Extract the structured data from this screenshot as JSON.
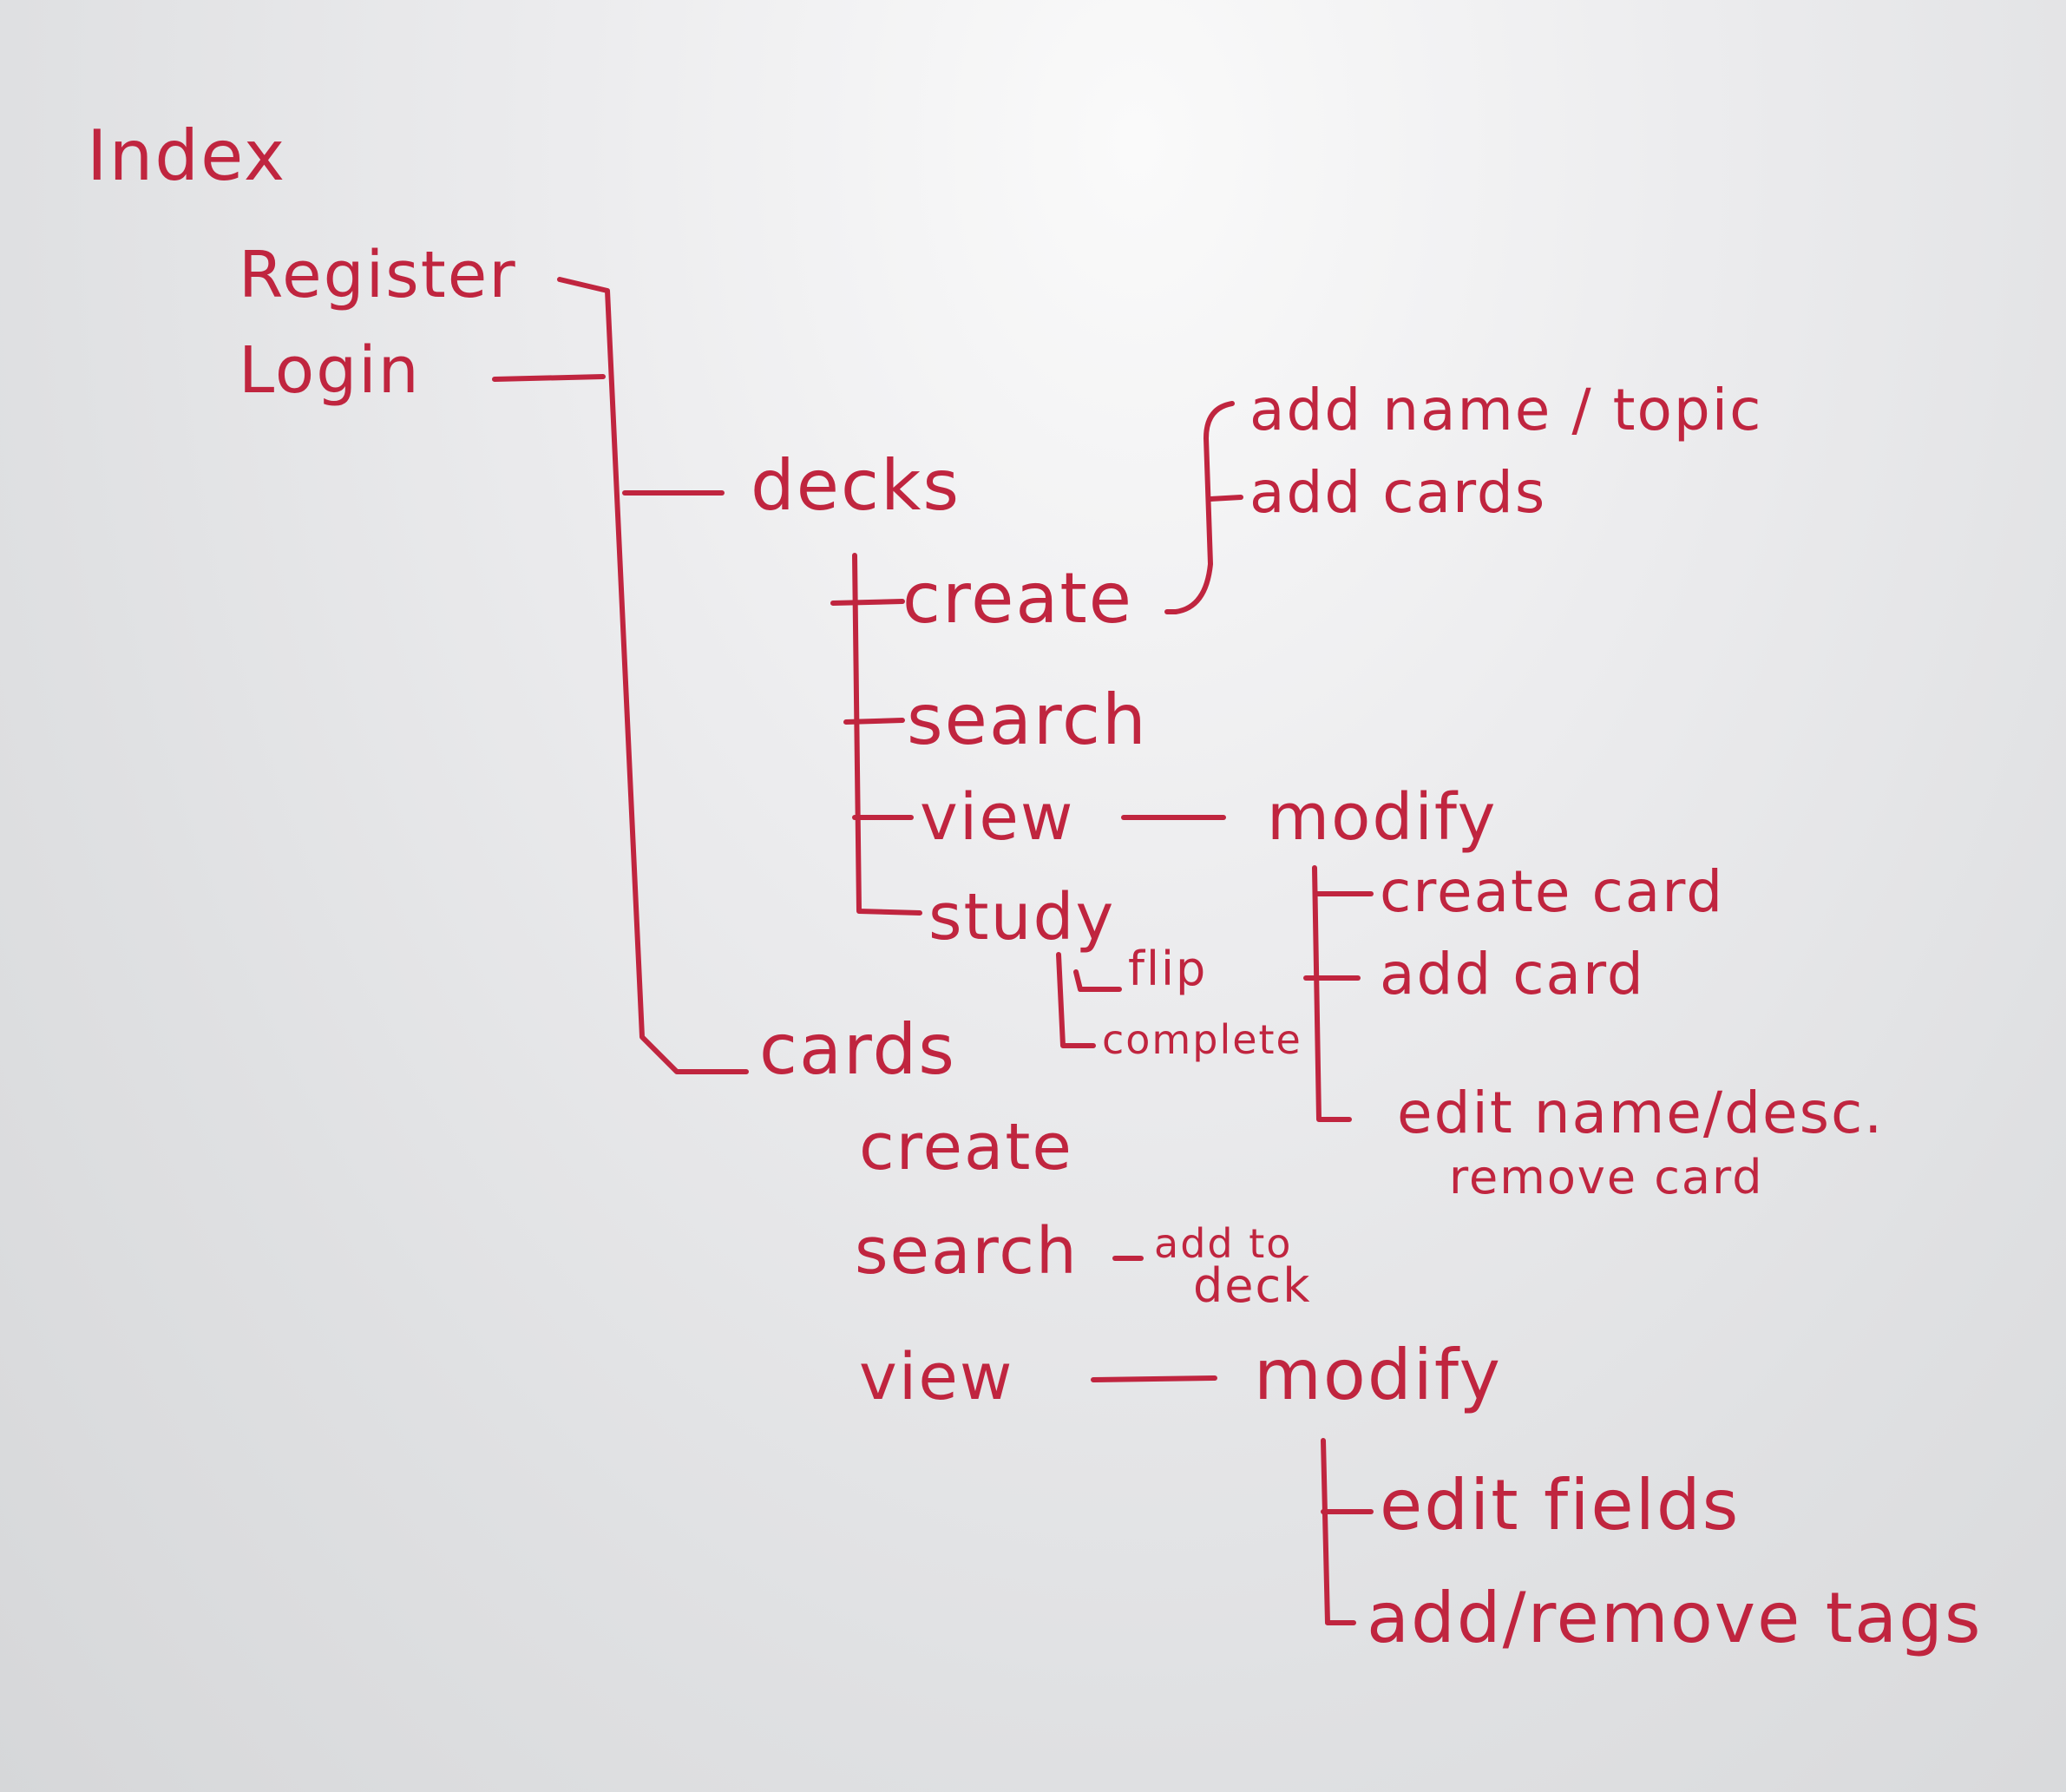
{
  "diagram": {
    "title": "Index",
    "accent_color": "#c0253f",
    "background_color": "#e4e5e7",
    "auth": {
      "register": "Register",
      "login": "Login"
    },
    "decks": {
      "label": "decks",
      "create": "create",
      "create_add_name_topic": "add name / topic",
      "create_add_cards": "add cards",
      "search": "search",
      "view": "view",
      "view_modify": "modify",
      "modify_create_card": "create card",
      "modify_add_card": "add card",
      "modify_edit_name_desc": "edit name/desc.",
      "modify_remove_card": "remove card",
      "study": "study",
      "study_flip": "flip",
      "study_complete": "complete"
    },
    "cards": {
      "label": "cards",
      "create": "create",
      "search": "search",
      "search_add_to": "add to",
      "search_deck": "deck",
      "view": "view",
      "view_modify": "modify",
      "modify_edit_fields": "edit fields",
      "modify_add_remove_tags": "add/remove tags"
    }
  }
}
